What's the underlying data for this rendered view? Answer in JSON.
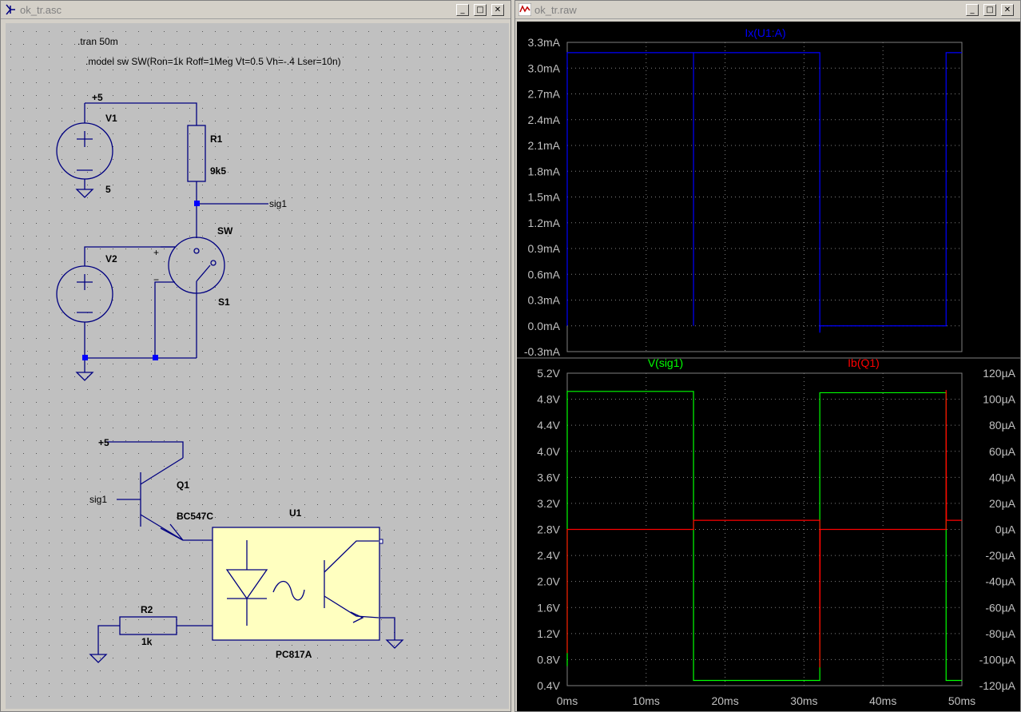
{
  "schematic_window": {
    "title": "ok_tr.asc",
    "buttons": {
      "minimize": "_",
      "maximize": "□",
      "close": "✕"
    },
    "directives": [
      ".tran 50m",
      ".model sw SW(Ron=1k Roff=1Meg Vt=0.5 Vh=-.4 Lser=10n)"
    ],
    "labels": {
      "plus5_top": "+5",
      "v1": "V1",
      "v1_value": "5",
      "r1": "R1",
      "r1_value": "9k5",
      "sig1_net": "sig1",
      "sw": "SW",
      "v2": "V2",
      "s1": "S1",
      "plus_sign": "+",
      "minus_sign": "−",
      "plus5_bottom": "+5",
      "q1": "Q1",
      "sig1_base": "sig1",
      "q1_model": "BC547C",
      "u1": "U1",
      "u1_model": "PC817A",
      "r2": "R2",
      "r2_value": "1k"
    },
    "colors": {
      "wire": "#000080",
      "symbol": "#000080",
      "background": "#c0c0c0",
      "optocoupler": "#ffffc0"
    }
  },
  "waveform_window": {
    "title": "ok_tr.raw",
    "buttons": {
      "minimize": "_",
      "maximize": "□",
      "close": "✕"
    }
  },
  "chart_data": [
    {
      "type": "line",
      "pane": "top",
      "series": [
        {
          "name": "Ix(U1:A)",
          "color": "#0000ff",
          "x": [
            0,
            0,
            16,
            16,
            32,
            32,
            32.05,
            48,
            48,
            50
          ],
          "values": [
            0.0,
            3.18,
            3.18,
            3.18,
            3.18,
            -0.08,
            0.0,
            0.0,
            3.18,
            3.18
          ],
          "y_step": [
            [
              0,
              0
            ],
            [
              0,
              3.18
            ],
            [
              0,
              3.18
            ],
            [
              16,
              3.18
            ],
            [
              16,
              0
            ],
            [
              16,
              0
            ],
            [
              16,
              3.18
            ],
            [
              32,
              3.18
            ],
            [
              32,
              -0.08
            ],
            [
              32.05,
              0
            ],
            [
              48,
              0
            ],
            [
              48,
              3.18
            ],
            [
              50,
              3.18
            ]
          ]
        }
      ],
      "x_ticks": [
        "0ms",
        "10ms",
        "20ms",
        "30ms",
        "40ms",
        "50ms"
      ],
      "xlim": [
        0,
        50
      ],
      "y_ticks": [
        "3.3mA",
        "3.0mA",
        "2.7mA",
        "2.4mA",
        "2.1mA",
        "1.8mA",
        "1.5mA",
        "1.2mA",
        "0.9mA",
        "0.6mA",
        "0.3mA",
        "0.0mA",
        "-0.3mA"
      ],
      "ylim": [
        -0.3,
        3.3
      ],
      "grid": true
    },
    {
      "type": "line",
      "pane": "bottom",
      "series": [
        {
          "name": "V(sig1)",
          "color": "#00ff00",
          "axis": "left",
          "points": [
            [
              0,
              0.7
            ],
            [
              0,
              4.92
            ],
            [
              16,
              4.92
            ],
            [
              16,
              0.48
            ],
            [
              32,
              0.48
            ],
            [
              32,
              4.9
            ],
            [
              48,
              4.9
            ],
            [
              48,
              0.48
            ],
            [
              50,
              0.48
            ]
          ]
        },
        {
          "name": "Ib(Q1)",
          "color": "#ff0000",
          "axis": "right",
          "points": [
            [
              0,
              -95
            ],
            [
              0,
              0
            ],
            [
              16,
              0
            ],
            [
              16,
              7
            ],
            [
              32,
              7
            ],
            [
              32,
              -106
            ],
            [
              32.05,
              0
            ],
            [
              48,
              0
            ],
            [
              48,
              107
            ],
            [
              48.05,
              7
            ],
            [
              50,
              7
            ]
          ]
        }
      ],
      "x_ticks": [
        "0ms",
        "10ms",
        "20ms",
        "30ms",
        "40ms",
        "50ms"
      ],
      "xlim": [
        0,
        50
      ],
      "y_ticks_left": [
        "5.2V",
        "4.8V",
        "4.4V",
        "4.0V",
        "3.6V",
        "3.2V",
        "2.8V",
        "2.4V",
        "2.0V",
        "1.6V",
        "1.2V",
        "0.8V",
        "0.4V"
      ],
      "ylim_left": [
        0.4,
        5.2
      ],
      "y_ticks_right": [
        "120µA",
        "100µA",
        "80µA",
        "60µA",
        "40µA",
        "20µA",
        "0µA",
        "-20µA",
        "-40µA",
        "-60µA",
        "-80µA",
        "-100µA",
        "-120µA"
      ],
      "ylim_right": [
        -120,
        120
      ],
      "grid": true
    }
  ]
}
